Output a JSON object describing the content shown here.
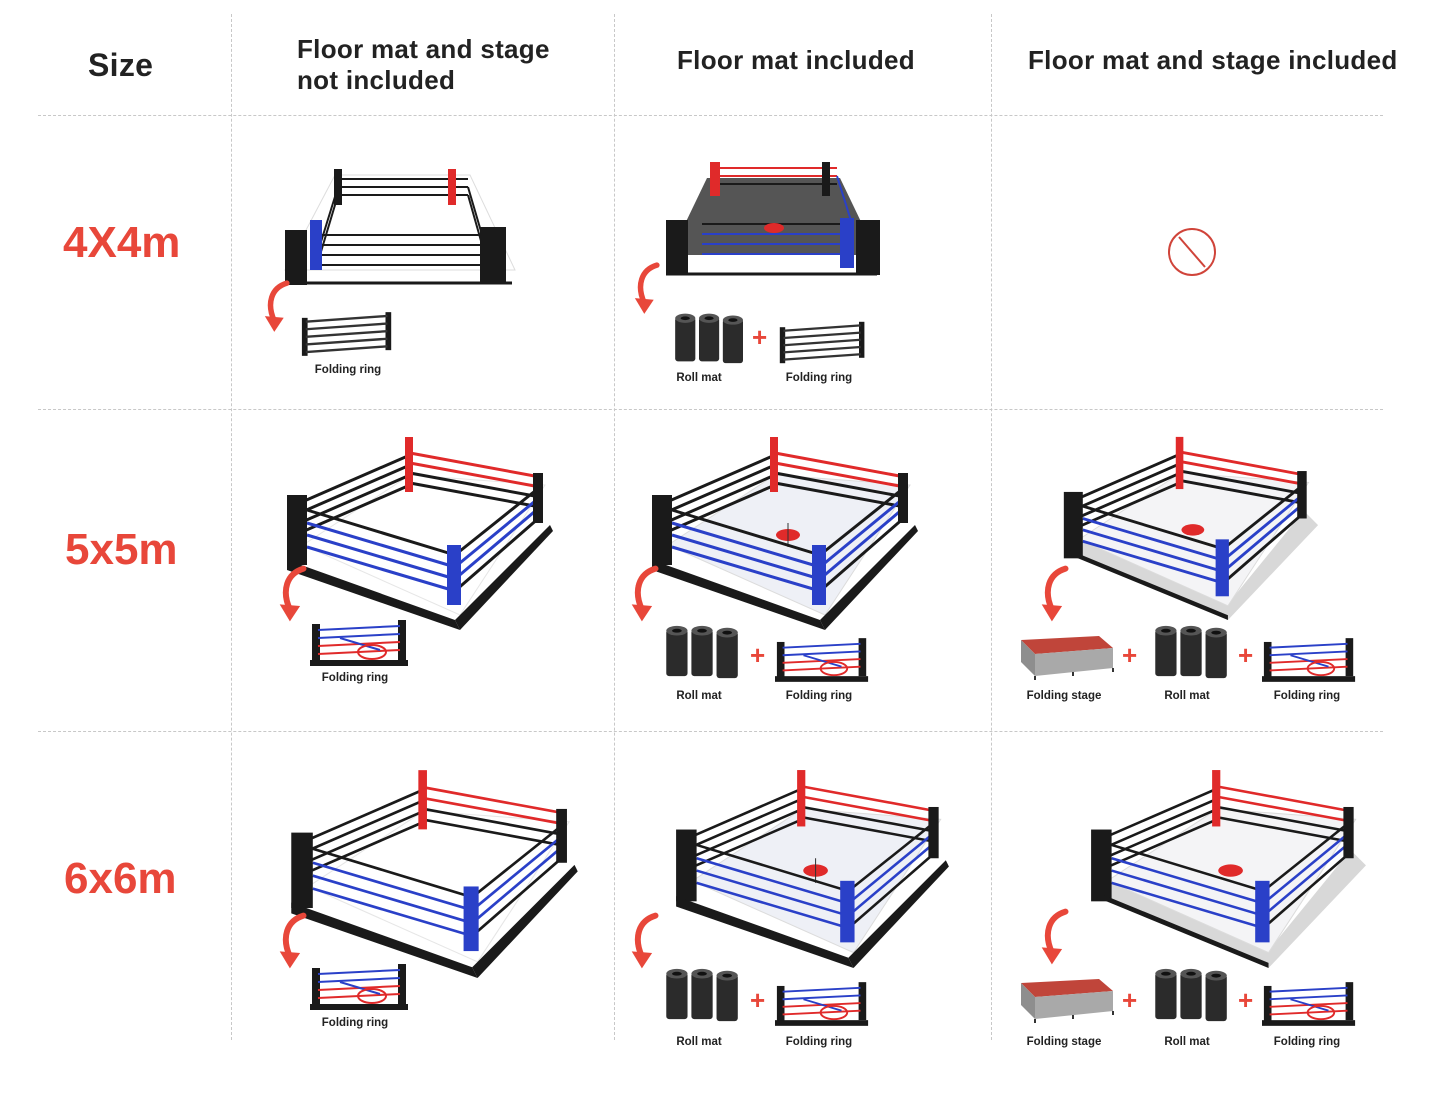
{
  "header": {
    "size": "Size",
    "col1": "Floor mat and stage not included",
    "col1_line1": "Floor mat and stage",
    "col1_line2": "not included",
    "col2": "Floor mat included",
    "col3": "Floor mat and stage included"
  },
  "rows": [
    {
      "size": "4X4m",
      "col1": {
        "items": [
          "Folding ring"
        ]
      },
      "col2": {
        "items": [
          "Roll mat",
          "Folding ring"
        ]
      },
      "col3": {
        "unavailable": true,
        "icon": "prohibited-icon"
      }
    },
    {
      "size": "5x5m",
      "col1": {
        "items": [
          "Folding ring"
        ]
      },
      "col2": {
        "items": [
          "Roll mat",
          "Folding ring"
        ]
      },
      "col3": {
        "items": [
          "Folding stage",
          "Roll mat",
          "Folding ring"
        ]
      }
    },
    {
      "size": "6x6m",
      "col1": {
        "items": [
          "Folding ring"
        ]
      },
      "col2": {
        "items": [
          "Roll mat",
          "Folding ring"
        ]
      },
      "col3": {
        "items": [
          "Folding stage",
          "Roll mat",
          "Folding ring"
        ]
      }
    }
  ],
  "plus_symbol": "+",
  "colors": {
    "accent": "#e8473a",
    "red_rope": "#e02a2a",
    "blue_rope": "#2a40c8",
    "frame": "#1a1a1a"
  }
}
